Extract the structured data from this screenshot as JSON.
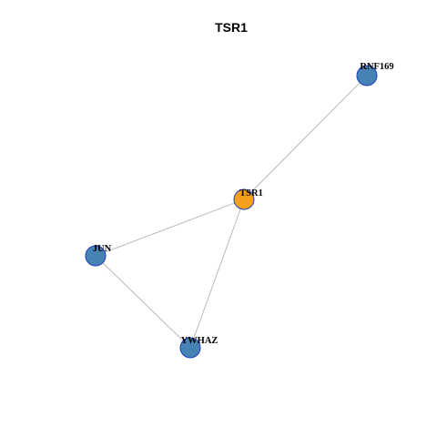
{
  "title": "TSR1",
  "colors": {
    "center_node": "#f5a01a",
    "neighbor_node": "#4682b4",
    "node_border": "#1f3fbf",
    "edge": "#b3b3b3"
  },
  "nodes": [
    {
      "id": "TSR1",
      "label": "TSR1",
      "role": "center"
    },
    {
      "id": "RNF169",
      "label": "RNF169",
      "role": "neighbor"
    },
    {
      "id": "JUN",
      "label": "JUN",
      "role": "neighbor"
    },
    {
      "id": "YWHAZ",
      "label": "YWHAZ",
      "role": "neighbor"
    }
  ],
  "edges": [
    {
      "source": "TSR1",
      "target": "RNF169"
    },
    {
      "source": "TSR1",
      "target": "JUN"
    },
    {
      "source": "TSR1",
      "target": "YWHAZ"
    },
    {
      "source": "JUN",
      "target": "YWHAZ"
    }
  ]
}
